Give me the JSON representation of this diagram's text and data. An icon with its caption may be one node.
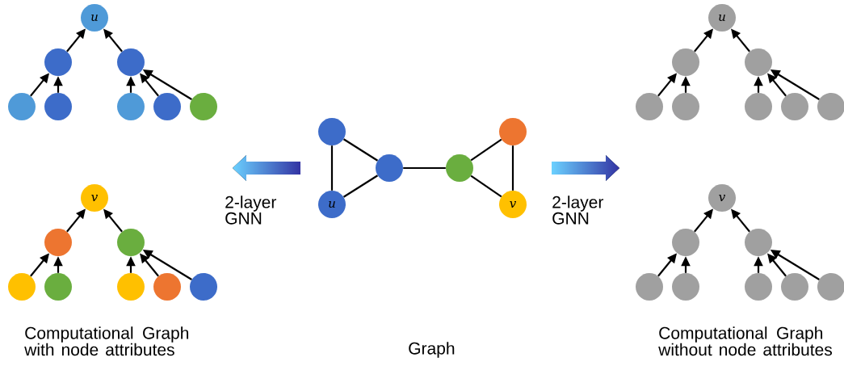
{
  "diagram": {
    "nodes": [
      {
        "text": [
          "u"
        ]
      },
      {
        "text": [],
        "shape": "circle"
      },
      {
        "text": [],
        "shape": "circle"
      },
      {
        "text": [],
        "shape": "circle"
      },
      {
        "text": [],
        "shape": "circle"
      },
      {
        "text": [],
        "shape": "circle"
      },
      {
        "text": [],
        "shape": "circle"
      },
      {
        "text": [],
        "shape": "circle"
      },
      {
        "text": [
          "v"
        ]
      },
      {
        "text": [],
        "shape": "circle"
      },
      {
        "text": [],
        "shape": "circle"
      },
      {
        "text": [],
        "shape": "circle"
      },
      {
        "text": [],
        "shape": "circle"
      },
      {
        "text": [],
        "shape": "circle"
      },
      {
        "text": [],
        "shape": "circle"
      },
      {
        "text": [],
        "shape": "circle"
      },
      {
        "text": [],
        "shape": "circle"
      },
      {
        "text": [
          "u"
        ]
      },
      {
        "text": [],
        "shape": "circle"
      },
      {
        "text": [],
        "shape": "circle"
      },
      {
        "text": [],
        "shape": "circle"
      },
      {
        "text": [
          "v"
        ]
      },
      {
        "text": [
          "u"
        ]
      },
      {
        "text": [],
        "shape": "circle"
      },
      {
        "text": [],
        "shape": "circle"
      },
      {
        "text": [],
        "shape": "circle"
      },
      {
        "text": [],
        "shape": "circle"
      },
      {
        "text": [],
        "shape": "circle"
      },
      {
        "text": [],
        "shape": "circle"
      },
      {
        "text": [],
        "shape": "circle"
      },
      {
        "text": [
          "v"
        ]
      },
      {
        "text": [],
        "shape": "circle"
      },
      {
        "text": [],
        "shape": "circle"
      },
      {
        "text": [],
        "shape": "circle"
      },
      {
        "text": [],
        "shape": "circle"
      },
      {
        "text": [],
        "shape": "circle"
      },
      {
        "text": [],
        "shape": "circle"
      },
      {
        "text": [],
        "shape": "circle"
      }
    ],
    "edges": [
      {
        "from": 1,
        "to": 0,
        "arrow": "to"
      },
      {
        "from": 2,
        "to": 0,
        "arrow": "to"
      },
      {
        "from": 3,
        "to": 1,
        "arrow": "to"
      },
      {
        "from": 4,
        "to": 1,
        "arrow": "to"
      },
      {
        "from": 5,
        "to": 2,
        "arrow": "to"
      },
      {
        "from": 6,
        "to": 2,
        "arrow": "to"
      },
      {
        "from": 7,
        "to": 2,
        "arrow": "to"
      },
      {
        "from": 9,
        "to": 8,
        "arrow": "to"
      },
      {
        "from": 10,
        "to": 8,
        "arrow": "to"
      },
      {
        "from": 11,
        "to": 9,
        "arrow": "to"
      },
      {
        "from": 12,
        "to": 9,
        "arrow": "to"
      },
      {
        "from": 13,
        "to": 10,
        "arrow": "to"
      },
      {
        "from": 14,
        "to": 10,
        "arrow": "to"
      },
      {
        "from": 15,
        "to": 10,
        "arrow": "to"
      },
      {
        "from": 16,
        "to": 17,
        "arrow": "none"
      },
      {
        "from": 16,
        "to": 18,
        "arrow": "none"
      },
      {
        "from": 17,
        "to": 18,
        "arrow": "none"
      },
      {
        "from": 18,
        "to": 19,
        "arrow": "none"
      },
      {
        "from": 19,
        "to": 20,
        "arrow": "none"
      },
      {
        "from": 19,
        "to": 21,
        "arrow": "none"
      },
      {
        "from": 20,
        "to": 21,
        "arrow": "none"
      },
      {
        "from": 23,
        "to": 22,
        "arrow": "to"
      },
      {
        "from": 24,
        "to": 22,
        "arrow": "to"
      },
      {
        "from": 25,
        "to": 23,
        "arrow": "to"
      },
      {
        "from": 26,
        "to": 23,
        "arrow": "to"
      },
      {
        "from": 27,
        "to": 24,
        "arrow": "to"
      },
      {
        "from": 28,
        "to": 24,
        "arrow": "to"
      },
      {
        "from": 29,
        "to": 24,
        "arrow": "to"
      },
      {
        "from": 31,
        "to": 30,
        "arrow": "to"
      },
      {
        "from": 32,
        "to": 30,
        "arrow": "to"
      },
      {
        "from": 33,
        "to": 31,
        "arrow": "to"
      },
      {
        "from": 34,
        "to": 31,
        "arrow": "to"
      },
      {
        "from": 35,
        "to": 32,
        "arrow": "to"
      },
      {
        "from": 36,
        "to": 32,
        "arrow": "to"
      },
      {
        "from": 37,
        "to": 32,
        "arrow": "to"
      }
    ],
    "labels": [
      "2-layer GNN",
      "2-layer GNN",
      "Computational Graph with node attributes",
      "Graph",
      "Computational Graph without node attributes"
    ]
  }
}
